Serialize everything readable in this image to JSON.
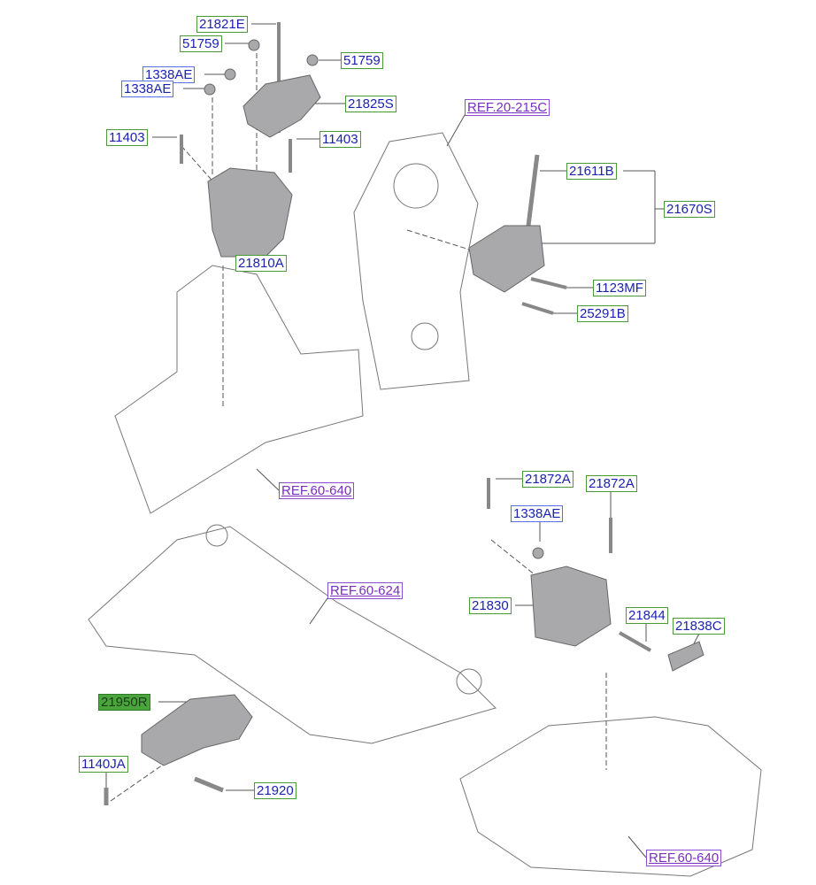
{
  "labels": {
    "p21821E": "21821E",
    "p51759a": "51759",
    "p51759b": "51759",
    "p1338AEa": "1338AE",
    "p1338AEb": "1338AE",
    "p21825S": "21825S",
    "ref20215C": "REF.20-215C",
    "p11403a": "11403",
    "p11403b": "11403",
    "p21611B": "21611B",
    "p21670S": "21670S",
    "p21810A": "21810A",
    "p1123MF": "1123MF",
    "p25291B": "25291B",
    "ref60640a": "REF.60-640",
    "p21872Aa": "21872A",
    "p21872Ab": "21872A",
    "p1338AEc": "1338AE",
    "ref60624": "REF.60-624",
    "p21830": "21830",
    "p21844": "21844",
    "p21838C": "21838C",
    "p21950R": "21950R",
    "p1140JA": "1140JA",
    "p21920": "21920",
    "ref60640b": "REF.60-640"
  },
  "colors": {
    "label_text": "#1c22b0",
    "label_border": "#4a9a3a",
    "ref_text": "#7a2ec0",
    "highlight": "#4aa63c"
  }
}
